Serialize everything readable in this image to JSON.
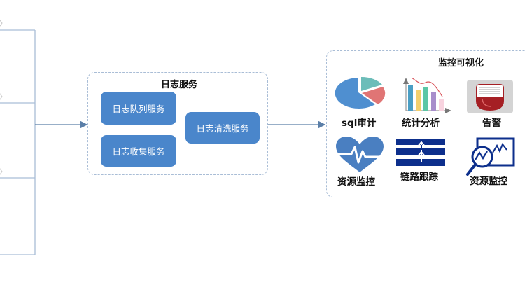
{
  "colors": {
    "connector": "#a9bdd6",
    "arrow": "#5b7fa8",
    "service_fill": "#4a86cb",
    "service_text": "#ffffff",
    "navy": "#0d2f8c",
    "heart_blue": "#4a7fc1"
  },
  "log_service": {
    "title": "日志服务",
    "services": [
      {
        "label": "日志队列服务"
      },
      {
        "label": "日志收集服务"
      },
      {
        "label": "日志清洗服务"
      }
    ]
  },
  "monitoring": {
    "title": "监控可视化",
    "tiles": [
      {
        "label": "sql审计",
        "icon": "pie-chart-icon"
      },
      {
        "label": "统计分析",
        "icon": "bar-chart-icon"
      },
      {
        "label": "告警",
        "icon": "alarm-light-icon"
      },
      {
        "label": "资源监控",
        "icon": "heartbeat-icon"
      },
      {
        "label": "链路跟踪",
        "icon": "trace-icon"
      },
      {
        "label": "资源监控",
        "icon": "magnifier-chart-icon"
      }
    ]
  }
}
